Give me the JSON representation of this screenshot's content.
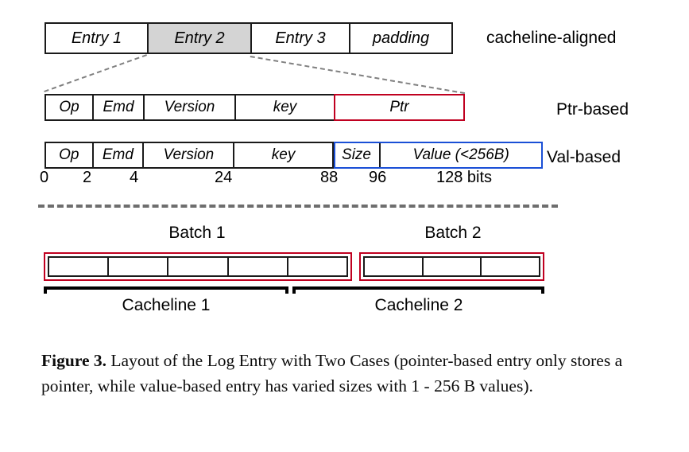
{
  "figure": {
    "top_row": {
      "label": "cacheline-aligned",
      "cells": [
        {
          "text": "Entry 1",
          "shaded": false
        },
        {
          "text": "Entry 2",
          "shaded": true
        },
        {
          "text": "Entry 3",
          "shaded": false
        },
        {
          "text": "padding",
          "shaded": false
        }
      ]
    },
    "ptr_row": {
      "label": "Ptr-based",
      "highlight_color": "#c00020",
      "cells": [
        {
          "text": "Op"
        },
        {
          "text": "Emd"
        },
        {
          "text": "Version"
        },
        {
          "text": "key"
        },
        {
          "text": "Ptr"
        }
      ]
    },
    "val_row": {
      "label": "Val-based",
      "highlight_color": "#1a4fd6",
      "cells": [
        {
          "text": "Op"
        },
        {
          "text": "Emd"
        },
        {
          "text": "Version"
        },
        {
          "text": "key"
        },
        {
          "text": "Size"
        },
        {
          "text": "Value (<256B)"
        }
      ]
    },
    "bit_ruler": {
      "ticks": [
        "0",
        "2",
        "4",
        "24",
        "88",
        "96",
        "128 bits"
      ]
    },
    "batches": [
      {
        "label": "Batch 1",
        "slots": 5
      },
      {
        "label": "Batch 2",
        "slots": 3
      }
    ],
    "cachelines": [
      {
        "label": "Cacheline 1"
      },
      {
        "label": "Cacheline 2"
      }
    ]
  },
  "caption": {
    "prefix": "Figure 3.",
    "text": " Layout of the Log Entry with Two Cases (pointer-based entry only stores a pointer, while value-based entry has varied sizes with 1 - 256 B values)."
  }
}
